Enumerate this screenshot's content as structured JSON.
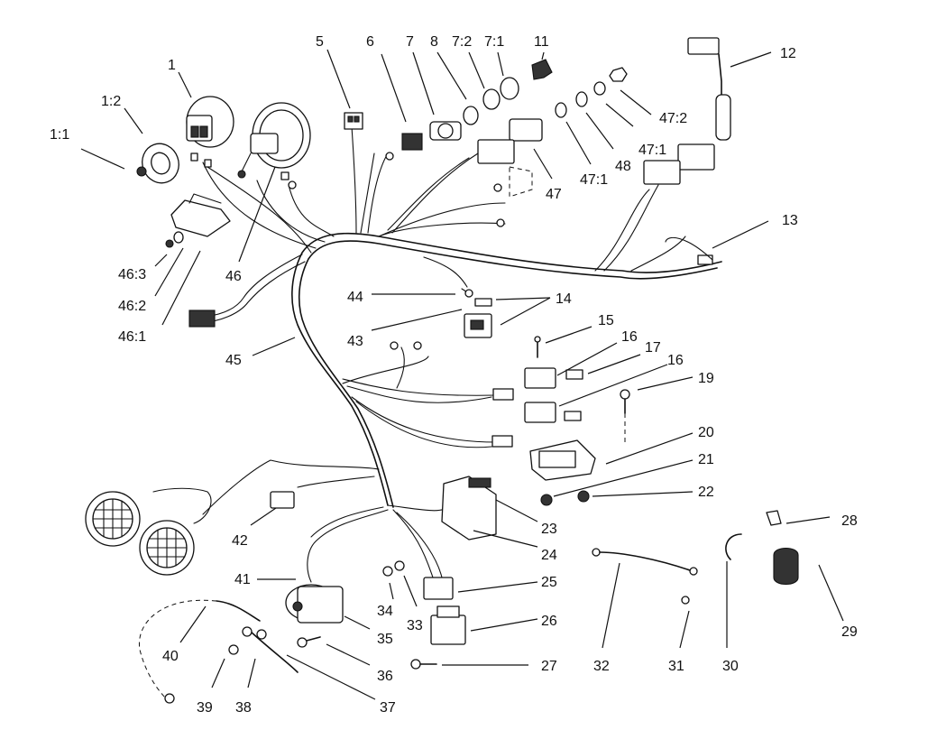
{
  "callouts": [
    "1",
    "1:2",
    "1:1",
    "46",
    "46:3",
    "46:2",
    "46:1",
    "5",
    "6",
    "7",
    "8",
    "7:2",
    "7:1",
    "11",
    "12",
    "47:2",
    "47:1",
    "48",
    "47",
    "13",
    "44",
    "14",
    "43",
    "45",
    "15",
    "16",
    "17",
    "19",
    "20",
    "21",
    "22",
    "23",
    "24",
    "25",
    "26",
    "27",
    "28",
    "29",
    "30",
    "31",
    "32",
    "33",
    "34",
    "35",
    "36",
    "37",
    "38",
    "39",
    "40",
    "41",
    "42"
  ]
}
